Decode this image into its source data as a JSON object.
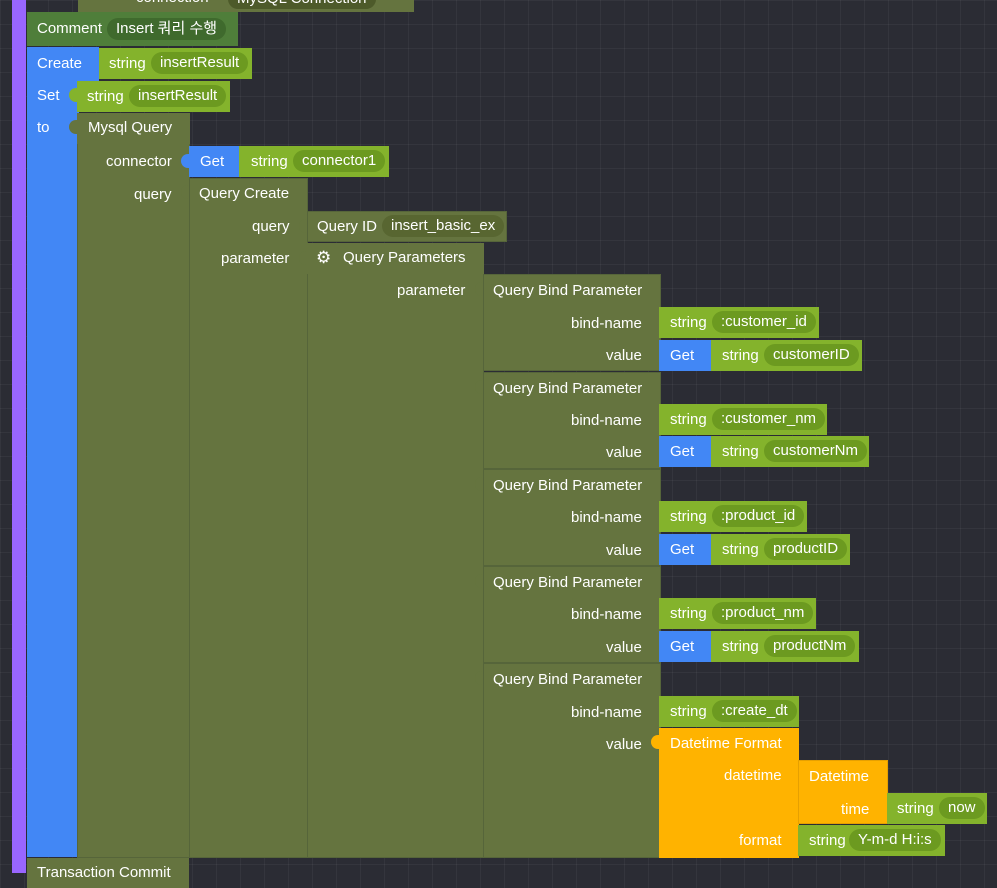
{
  "colors": {
    "workspace": "#2b2c34",
    "purple_rail": "#9966ff",
    "olive": "#65743f",
    "blue": "#4287f5",
    "green": "#84b32c",
    "gold": "#ffb300"
  },
  "top_partial": {
    "label": "connection",
    "value": "MySQL Connection"
  },
  "comment_block": {
    "label": "Comment",
    "value": "Insert 쿼리 수행"
  },
  "create_block": {
    "label": "Create",
    "type": "string",
    "name": "insertResult"
  },
  "set_block": {
    "label": "Set",
    "type": "string",
    "name": "insertResult",
    "to_label": "to"
  },
  "mysql_query": {
    "label": "Mysql Query",
    "connector_label": "connector",
    "connector_get": "Get",
    "connector_type": "string",
    "connector_value": "connector1",
    "query_label": "query"
  },
  "query_create": {
    "label": "Query Create",
    "query_label": "query",
    "query_id_label": "Query ID",
    "query_id_value": "insert_basic_ex",
    "parameter_label": "parameter",
    "settings_icon": "gear-icon",
    "query_parameters_label": "Query Parameters",
    "inner_parameter_label": "parameter"
  },
  "bind_params": [
    {
      "title": "Query Bind Parameter",
      "bind_label": "bind-name",
      "type": "string",
      "bind_value": ":customer_id",
      "value_label": "value",
      "get": "Get",
      "value_type": "string",
      "value_var": "customerID"
    },
    {
      "title": "Query Bind Parameter",
      "bind_label": "bind-name",
      "type": "string",
      "bind_value": ":customer_nm",
      "value_label": "value",
      "get": "Get",
      "value_type": "string",
      "value_var": "customerNm"
    },
    {
      "title": "Query Bind Parameter",
      "bind_label": "bind-name",
      "type": "string",
      "bind_value": ":product_id",
      "value_label": "value",
      "get": "Get",
      "value_type": "string",
      "value_var": "productID"
    },
    {
      "title": "Query Bind Parameter",
      "bind_label": "bind-name",
      "type": "string",
      "bind_value": ":product_nm",
      "value_label": "value",
      "get": "Get",
      "value_type": "string",
      "value_var": "productNm"
    },
    {
      "title": "Query Bind Parameter",
      "bind_label": "bind-name",
      "type": "string",
      "bind_value": ":create_dt",
      "value_label": "value"
    }
  ],
  "datetime_format": {
    "label": "Datetime Format",
    "datetime_label": "datetime",
    "datetime_block": "Datetime",
    "time_label": "time",
    "time_type": "string",
    "time_value": "now",
    "format_label": "format",
    "format_type": "string",
    "format_value": "Y-m-d H:i:s"
  },
  "bottom_partial": {
    "label": "Transaction Commit"
  }
}
